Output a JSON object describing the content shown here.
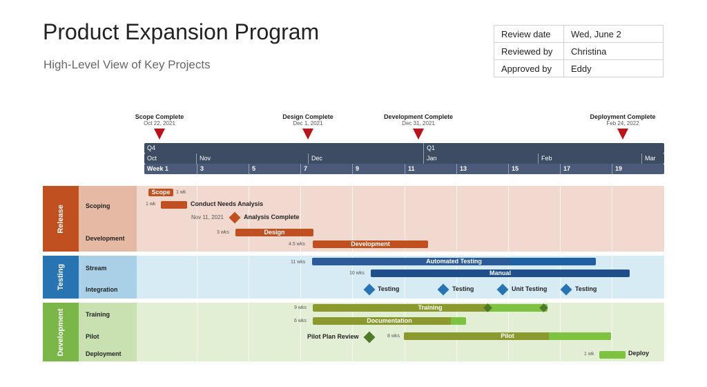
{
  "header": {
    "title": "Product Expansion Program",
    "subtitle": "High-Level View of Key Projects"
  },
  "review": [
    {
      "label": "Review date",
      "value": "Wed, June 2"
    },
    {
      "label": "Reviewed by",
      "value": "Christina"
    },
    {
      "label": "Approved by",
      "value": "Eddy"
    }
  ],
  "milestones": [
    {
      "name": "Scope Complete",
      "date": "Oct 22, 2021"
    },
    {
      "name": "Design Complete",
      "date": "Dec 1, 2021"
    },
    {
      "name": "Development Complete",
      "date": "Dec 31, 2021"
    },
    {
      "name": "Deployment Complete",
      "date": "Feb 24, 2022"
    }
  ],
  "timescale": {
    "quarters": [
      "Q4",
      "Q1"
    ],
    "months": [
      "Oct",
      "Nov",
      "Dec",
      "Jan",
      "Feb",
      "Mar"
    ],
    "weeks": [
      "Week 1",
      "3",
      "5",
      "7",
      "9",
      "11",
      "13",
      "15",
      "17",
      "19"
    ]
  },
  "groups": [
    {
      "name": "Release",
      "color": "#c0501f",
      "rows": [
        {
          "name": "Scoping"
        },
        {
          "name": "Development"
        }
      ]
    },
    {
      "name": "Testing",
      "color": "#2874b2",
      "rows": [
        {
          "name": "Stream"
        },
        {
          "name": "Integration"
        }
      ]
    },
    {
      "name": "Development",
      "color": "#7ab648",
      "rows": [
        {
          "name": "Training"
        },
        {
          "name": "Pilot"
        },
        {
          "name": "Deployment"
        }
      ]
    }
  ],
  "tasks": {
    "scope": {
      "label": "Scope",
      "duration": "1 wk"
    },
    "needs_analysis": {
      "label": "Conduct Needs Analysis",
      "duration": "1 wk"
    },
    "analysis_complete": {
      "label": "Analysis Complete",
      "date": "Nov 11, 2021"
    },
    "design": {
      "label": "Design",
      "duration": "3 wks"
    },
    "development": {
      "label": "Development",
      "duration": "4.5 wks"
    },
    "automated_testing": {
      "label": "Automated Testing",
      "duration": "11 wks"
    },
    "manual": {
      "label": "Manual",
      "duration": "10 wks"
    },
    "integration_milestones": [
      "Testing",
      "Testing",
      "Unit Testing",
      "Testing"
    ],
    "training": {
      "label": "Training",
      "duration": "9 wks"
    },
    "documentation": {
      "label": "Documentation",
      "duration": "6 wks"
    },
    "pilot_plan_review": {
      "label": "Pilot Plan Review"
    },
    "pilot": {
      "label": "Pilot",
      "duration": "8 wks"
    },
    "deploy": {
      "label": "Deploy",
      "duration": "1 wk"
    }
  },
  "colors": {
    "release_bar": "#c0501f",
    "release_band": "#f2d9cf",
    "release_rowlabel": "#e6b9a5",
    "testing_bar": "#2c5b99",
    "testing_bar_light": "#1f4f8a",
    "testing_diamond": "#2874b2",
    "testing_band": "#d7ebf4",
    "testing_rowlabel": "#a9d0e6",
    "dev_bar": "#8a9a2e",
    "dev_bar_light": "#7fc241",
    "dev_diamond": "#4e7a2a",
    "dev_band": "#e3efd5",
    "dev_rowlabel": "#c9e0b0",
    "timescale": "#3d4b63",
    "milestone": "#b8141c"
  }
}
